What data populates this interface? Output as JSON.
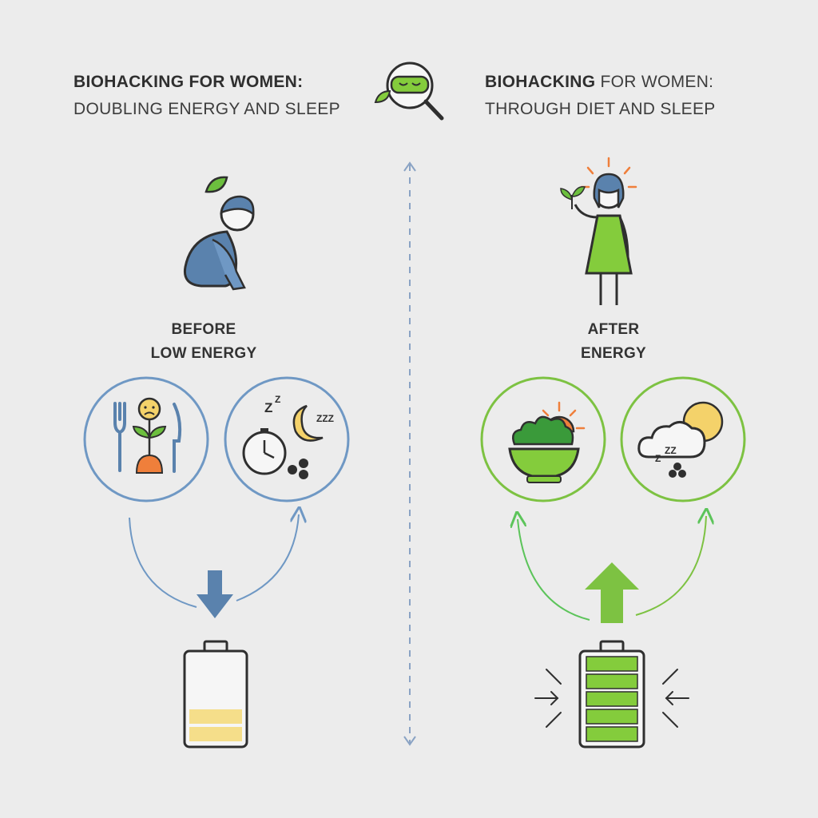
{
  "left_panel": {
    "title_bold": "BIOHACKING FOR WOMEN:",
    "title_sub": "DOUBLING ENERGY AND SLEEP",
    "state_line1": "BEFORE",
    "state_line2": "LOW ENERGY",
    "accent_color": "#6f98c4",
    "battery_fill_color": "#f5de8a",
    "battery_level": 0.4
  },
  "right_panel": {
    "title_bold": "BIOHACKING",
    "title_rest": " FOR WOMEN:",
    "title_sub": "THROUGH DIET AND SLEEP",
    "state_line1": "AFTER",
    "state_line2": "ENERGY",
    "accent_color": "#7dc242",
    "battery_fill_color": "#84cc3c",
    "battery_level": 1.0
  },
  "colors": {
    "background": "#ececec",
    "outline": "#2f2f2f",
    "blue": "#5a82ad",
    "green": "#7dc242",
    "orange": "#ef7f3b",
    "yellow": "#f4d26a",
    "divider": "#8aa3c4"
  },
  "icons": [
    "sleep-mask-magnifier-icon",
    "sad-sitting-person-icon",
    "happy-woman-with-plant-icon",
    "fork-knife-sad-plant-icon",
    "clock-moon-sleep-icon",
    "salad-sun-icon",
    "cloud-sun-sleep-icon",
    "down-arrow-icon",
    "up-arrow-icon",
    "low-battery-icon",
    "full-battery-icon"
  ]
}
